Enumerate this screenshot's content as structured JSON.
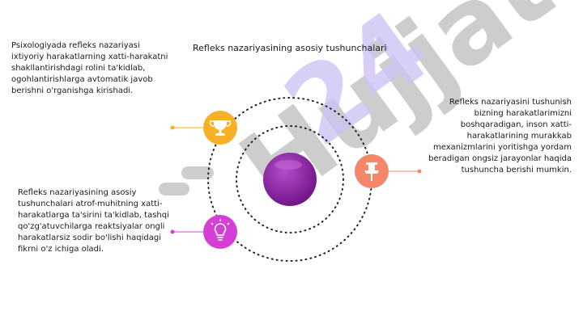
{
  "title": "Refleks nazariyasining asosiy tushunchalari",
  "watermark": "Hujjat 24",
  "items": [
    {
      "text": "Psixologiyada refleks nazariyasi ixtiyoriy harakatlarning xatti-harakatni shakllantirishdagi rolini ta'kidlab, ogohlantirishlarga avtomatik javob berishni o'rganishga kirishadi.",
      "icon": "trophy-icon",
      "color": "#F6B026"
    },
    {
      "text": "Refleks nazariyasini tushunish bizning harakatlarimizni boshqaradigan, inson xatti-harakatlarining murakkab mexanizmlarini yoritishga yordam beradigan ongsiz jarayonlar haqida tushuncha berishi mumkin.",
      "icon": "pushpin-icon",
      "color": "#F4876A"
    },
    {
      "text": "Refleks nazariyasining asosiy tushunchalari atrof-muhitning xatti-harakatlarga ta'sirini ta'kidlab, tashqi qo'zg'atuvchilarga reaktsiyalar ongli harakatlarsiz sodir bo'lishi haqidagi fikrni o'z ichiga oladi.",
      "icon": "lightbulb-icon",
      "color": "#D63FD6"
    }
  ],
  "center": {
    "color": "#8E1FA6"
  }
}
